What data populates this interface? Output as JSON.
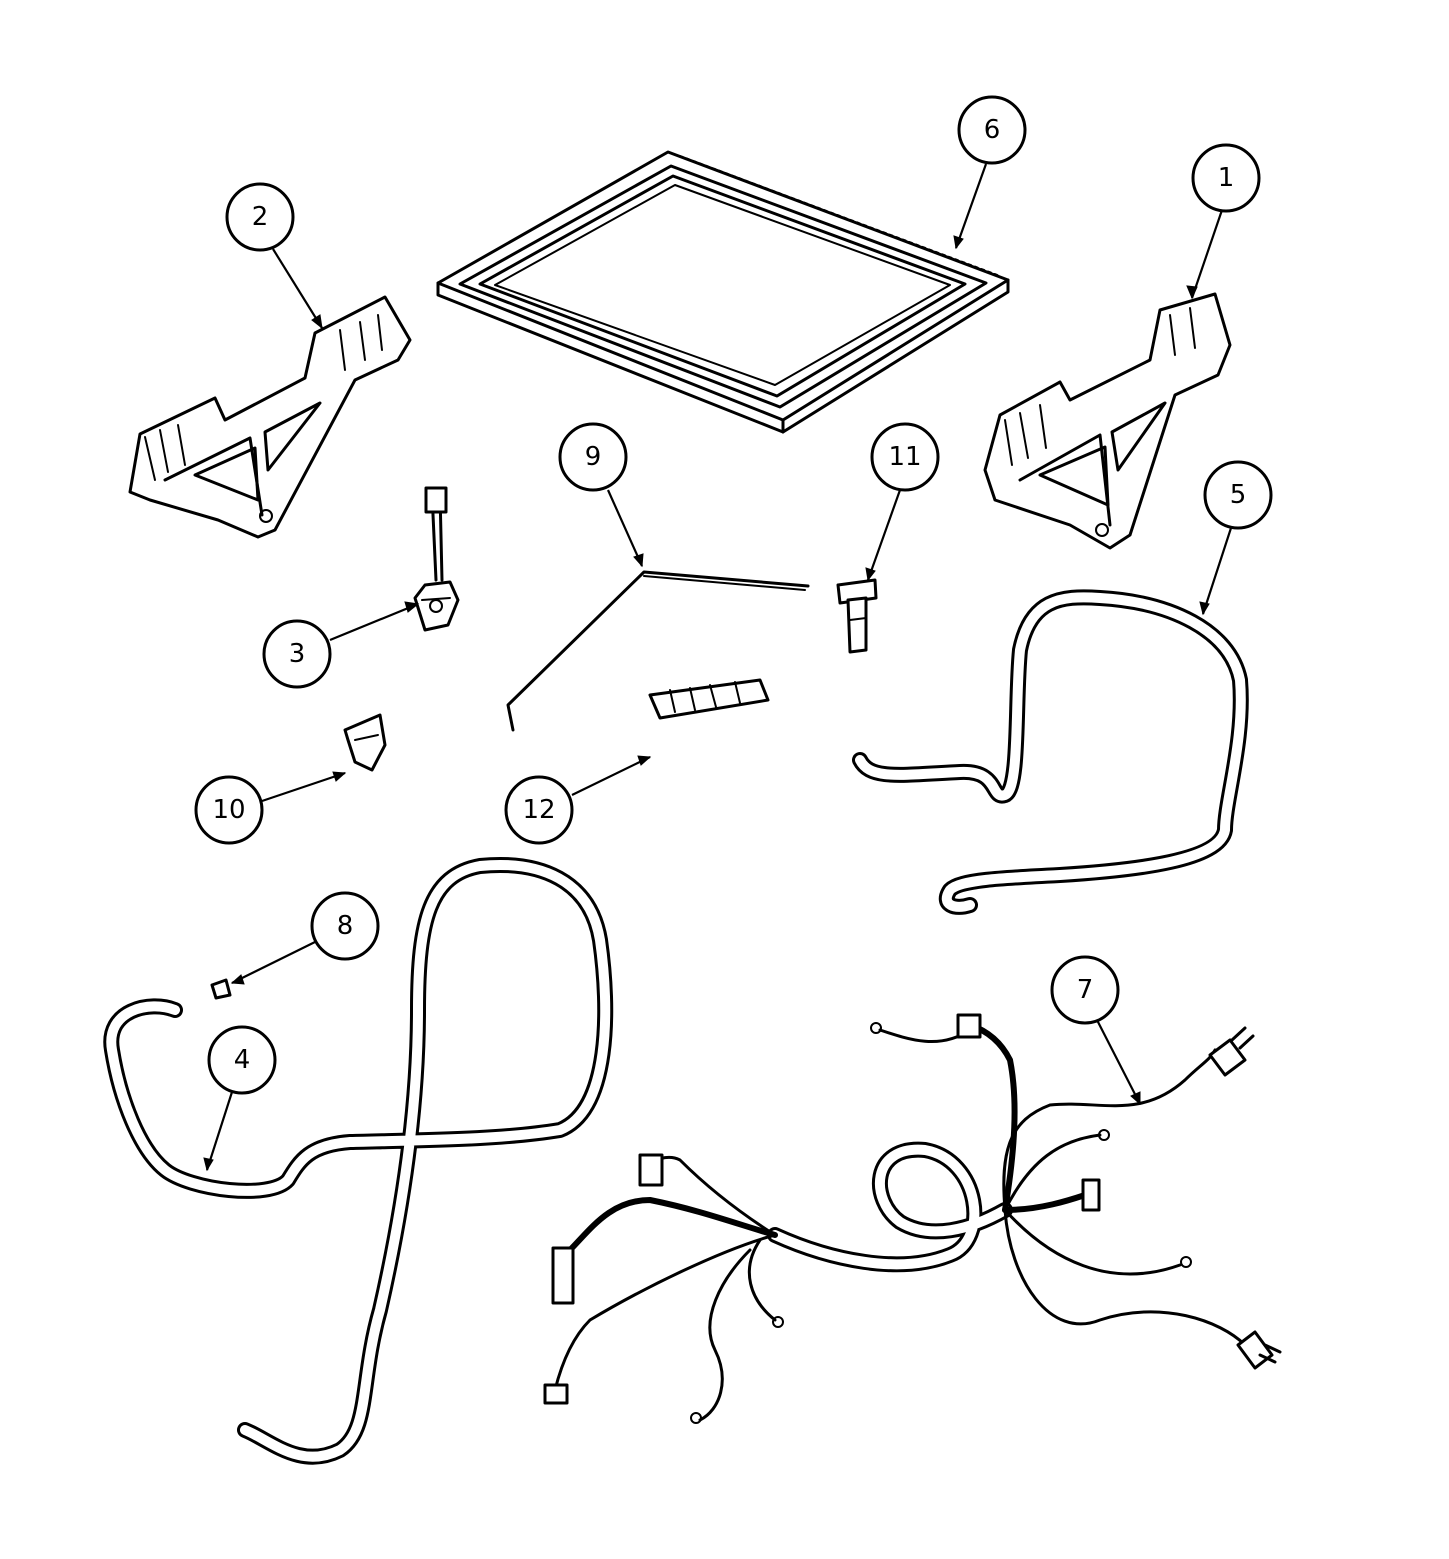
{
  "callouts": [
    {
      "label": "1"
    },
    {
      "label": "2"
    },
    {
      "label": "3"
    },
    {
      "label": "4"
    },
    {
      "label": "5"
    },
    {
      "label": "6"
    },
    {
      "label": "7"
    },
    {
      "label": "8"
    },
    {
      "label": "9"
    },
    {
      "label": "10"
    },
    {
      "label": "11"
    },
    {
      "label": "12"
    }
  ],
  "colors": {
    "line": "#000000",
    "background": "#ffffff"
  }
}
